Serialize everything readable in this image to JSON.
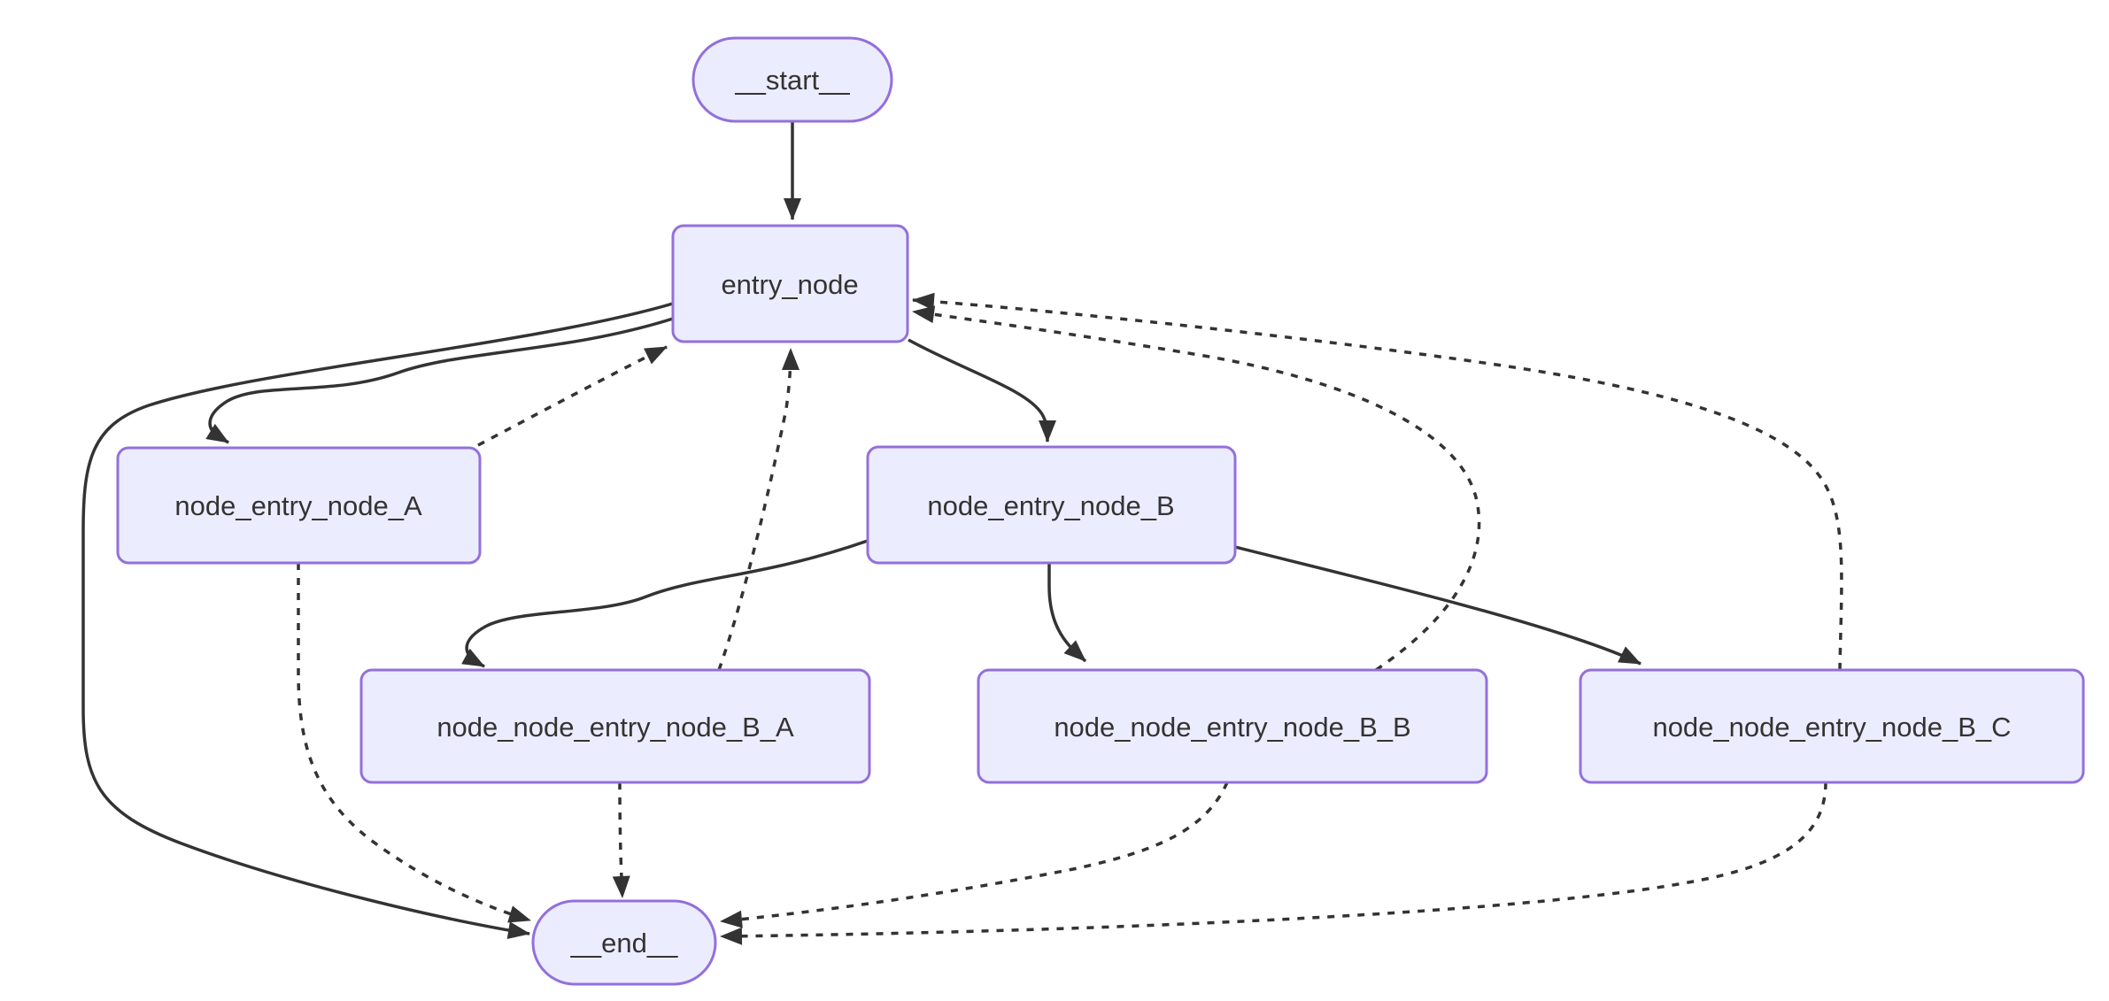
{
  "diagram": {
    "type": "flowchart",
    "direction": "top-down",
    "background": "#FFFFFF",
    "styles": {
      "node_fill": "#ECECFF",
      "node_border": "#9370DB",
      "label_color": "#333333",
      "edge_color": "#333333",
      "solid_edge": "solid",
      "conditional_edge": "dotted"
    },
    "nodes": [
      {
        "id": "__start__",
        "label": "__start__",
        "shape": "stadium"
      },
      {
        "id": "entry_node",
        "label": "entry_node",
        "shape": "rectangle"
      },
      {
        "id": "node_entry_node_A",
        "label": "node_entry_node_A",
        "shape": "rectangle"
      },
      {
        "id": "node_entry_node_B",
        "label": "node_entry_node_B",
        "shape": "rectangle"
      },
      {
        "id": "node_node_entry_node_B_A",
        "label": "node_node_entry_node_B_A",
        "shape": "rectangle"
      },
      {
        "id": "node_node_entry_node_B_B",
        "label": "node_node_entry_node_B_B",
        "shape": "rectangle"
      },
      {
        "id": "node_node_entry_node_B_C",
        "label": "node_node_entry_node_B_C",
        "shape": "rectangle"
      },
      {
        "id": "__end__",
        "label": "__end__",
        "shape": "stadium"
      }
    ],
    "edges": [
      {
        "from": "__start__",
        "to": "entry_node",
        "style": "solid"
      },
      {
        "from": "entry_node",
        "to": "node_entry_node_A",
        "style": "solid"
      },
      {
        "from": "entry_node",
        "to": "node_entry_node_B",
        "style": "solid"
      },
      {
        "from": "entry_node",
        "to": "__end__",
        "style": "solid"
      },
      {
        "from": "node_entry_node_A",
        "to": "entry_node",
        "style": "dotted"
      },
      {
        "from": "node_entry_node_A",
        "to": "__end__",
        "style": "dotted"
      },
      {
        "from": "node_entry_node_B",
        "to": "node_node_entry_node_B_A",
        "style": "solid"
      },
      {
        "from": "node_entry_node_B",
        "to": "node_node_entry_node_B_B",
        "style": "solid"
      },
      {
        "from": "node_entry_node_B",
        "to": "node_node_entry_node_B_C",
        "style": "solid"
      },
      {
        "from": "node_node_entry_node_B_A",
        "to": "entry_node",
        "style": "dotted"
      },
      {
        "from": "node_node_entry_node_B_A",
        "to": "__end__",
        "style": "dotted"
      },
      {
        "from": "node_node_entry_node_B_B",
        "to": "entry_node",
        "style": "dotted"
      },
      {
        "from": "node_node_entry_node_B_B",
        "to": "__end__",
        "style": "dotted"
      },
      {
        "from": "node_node_entry_node_B_C",
        "to": "entry_node",
        "style": "dotted"
      },
      {
        "from": "node_node_entry_node_B_C",
        "to": "__end__",
        "style": "dotted"
      }
    ]
  }
}
